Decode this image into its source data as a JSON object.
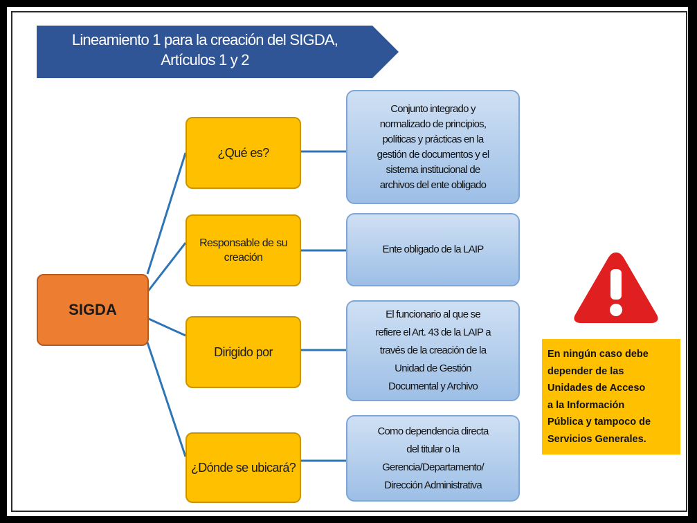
{
  "banner": {
    "line1": "Lineamiento 1 para la creación del SIGDA,",
    "line2": "Artículos 1 y 2",
    "color": "#2F5597"
  },
  "root": {
    "label": "SIGDA",
    "color": "#ED7D31"
  },
  "categories": [
    {
      "label": "¿Qué es?",
      "description": [
        "Conjunto integrado y",
        "normalizado de principios,",
        "políticas y prácticas en la",
        "gestión de documentos y el",
        "sistema institucional de",
        "archivos del ente obligado"
      ]
    },
    {
      "label": "Responsable de su creación",
      "description": [
        "Ente obligado de la LAIP"
      ]
    },
    {
      "label": "Dirigido por",
      "description": [
        "El funcionario al que se",
        "refiere el Art. 43 de la LAIP a",
        "través de la creación de la",
        "Unidad de Gestión",
        "Documental y Archivo"
      ]
    },
    {
      "label": "¿Dónde se ubicará?",
      "description": [
        "Como dependencia directa",
        "del titular o la",
        "Gerencia/Departamento/",
        "Dirección Administrativa"
      ]
    }
  ],
  "warning": {
    "icon": "warning-triangle-icon",
    "color": "#E02020",
    "lines": [
      "En ningún caso debe",
      "depender de las",
      "Unidades de Acceso",
      "a la Información",
      "Pública y tampoco de",
      "Servicios Generales."
    ]
  },
  "colors": {
    "category": "#FFC000",
    "connector": "#2E75B6",
    "description": "#BDD7EE",
    "note": "#FFC000"
  }
}
